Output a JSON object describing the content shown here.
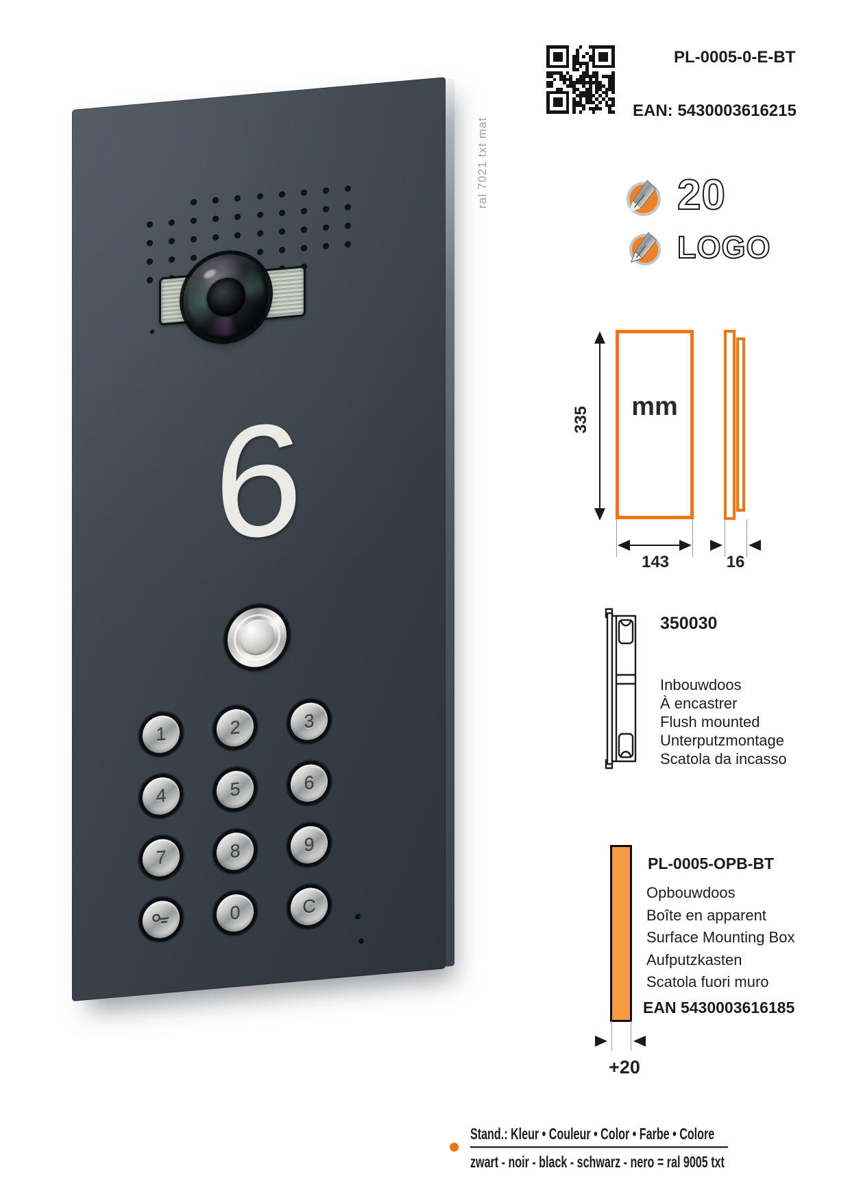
{
  "header": {
    "product_code": "PL-0005-0-E-BT",
    "ean": "EAN: 5430003616215"
  },
  "engraving": {
    "count": "20",
    "logo": "LOGO",
    "icon": "pencil-icon"
  },
  "dimensions": {
    "unit": "mm",
    "height_mm": "335",
    "width_mm": "143",
    "depth_mm": "16"
  },
  "flush_box": {
    "code": "350030",
    "descriptions": [
      "Inbouwdoos",
      "À encastrer",
      "Flush mounted",
      "Unterputzmontage",
      "Scatola da incasso"
    ]
  },
  "surface_box": {
    "code": "PL-0005-OPB-BT",
    "descriptions": [
      "Opbouwdoos",
      "Boîte en apparent",
      "Surface Mounting Box",
      "Aufputzkasten",
      "Scatola fuori muro"
    ],
    "ean": "EAN 5430003616185",
    "added_depth": "+20"
  },
  "panel": {
    "finish": "ral 7021 txt mat",
    "house_number": "6",
    "keypad": [
      "1",
      "2",
      "3",
      "4",
      "5",
      "6",
      "7",
      "8",
      "9",
      "key-icon",
      "0",
      "C"
    ]
  },
  "footer": {
    "standard": "Stand.: Kleur • Couleur • Color • Farbe • Colore",
    "colors": "zwart  - noir - black - schwarz - nero = ral 9005 txt"
  },
  "colors": {
    "accent": "#f4740d",
    "bar_fill": "#f49b42",
    "panel": "#39414a"
  }
}
